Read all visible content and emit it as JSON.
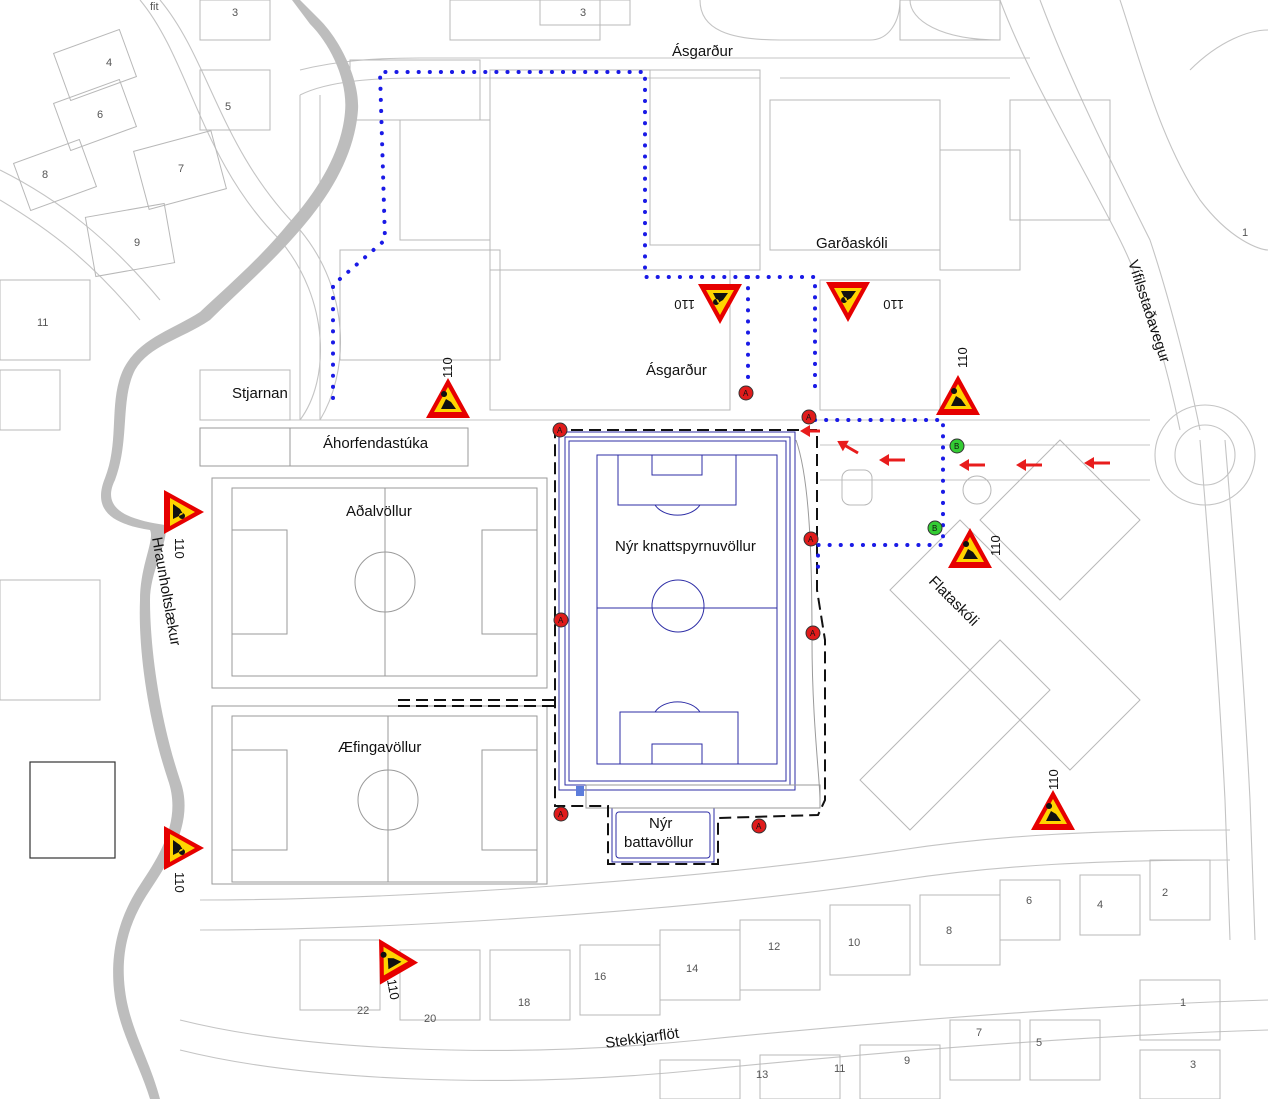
{
  "map_labels": {
    "asgardur_top": "Ásgarður",
    "gardaskoli": "Garðaskóli",
    "asgardur_mid": "Ásgarður",
    "stjarnan": "Stjarnan",
    "ahorfendastuka": "Áhorfendastúka",
    "adalvollur": "Aðalvöllur",
    "nyr_knattspyrnuvollur": "Nýr knattspyrnuvöllur",
    "aefingavollur": "Æfingavöllur",
    "nyr_battavollur_line1": "Nýr",
    "nyr_battavollur_line2": "battavöllur",
    "flataskoli": "Flataskóli",
    "vifilsstadavegur": "Vífilsstaðavegur",
    "hraunholtslaekur": "Hraunholtslækur",
    "stekkjarflot": "Stekkjarflöt"
  },
  "speed_sign_value": "110",
  "marker_letters": {
    "a": "A",
    "b": "B"
  },
  "house_numbers": {
    "n3a": "3",
    "n3b": "3",
    "n4": "4",
    "n5": "5",
    "n6": "6",
    "n7": "7",
    "n8": "8",
    "n9": "9",
    "n11": "11",
    "n1e": "1",
    "s1": "1",
    "s2": "2",
    "s3": "3",
    "s4": "4",
    "s5": "5",
    "s6": "6",
    "s7": "7",
    "s8": "8",
    "s9": "9",
    "s10": "10",
    "s11": "11",
    "s12": "12",
    "s13": "13",
    "s14": "14",
    "s16": "16",
    "s18": "18",
    "s20": "20",
    "s22": "22",
    "fit": "fit"
  },
  "colors": {
    "walking_route": "#1a1ae6",
    "marker_a": "#e01b1b",
    "marker_b": "#33cc33",
    "arrow": "#e81c1c",
    "sign_border": "#e60000",
    "sign_fill": "#ffd400",
    "fence": "#111111",
    "stream": "#bdbdbd",
    "new_pitch_outline": "#2e2ea6"
  },
  "icons": {
    "warning_sign": "construction-warning-icon"
  }
}
